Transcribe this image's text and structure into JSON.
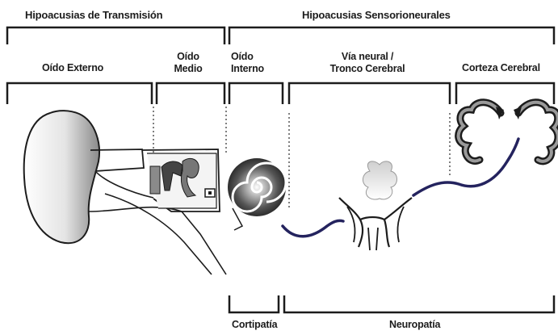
{
  "categories": {
    "transmission": "Hipoacusias de Transmisión",
    "sensorineural": "Hipoacusias Sensorioneurales"
  },
  "regions": {
    "outer_ear": "Oído Externo",
    "middle_ear_line1": "Oído",
    "middle_ear_line2": "Medio",
    "inner_ear_line1": "Oído",
    "inner_ear_line2": "Interno",
    "neural_line1": "Vía neural /",
    "neural_line2": "Tronco Cerebral",
    "cortex": "Corteza Cerebral"
  },
  "pathologies": {
    "cochleopathy": "Cortipatía",
    "neuropathy": "Neuropatía"
  },
  "colors": {
    "line": "#1c1c1c",
    "nerve": "#24235e",
    "divider": "#555555"
  },
  "icons": [
    "outer-ear-icon",
    "middle-ear-icon",
    "cochlea-icon",
    "brainstem-icon",
    "cerebral-cortex-icon"
  ]
}
